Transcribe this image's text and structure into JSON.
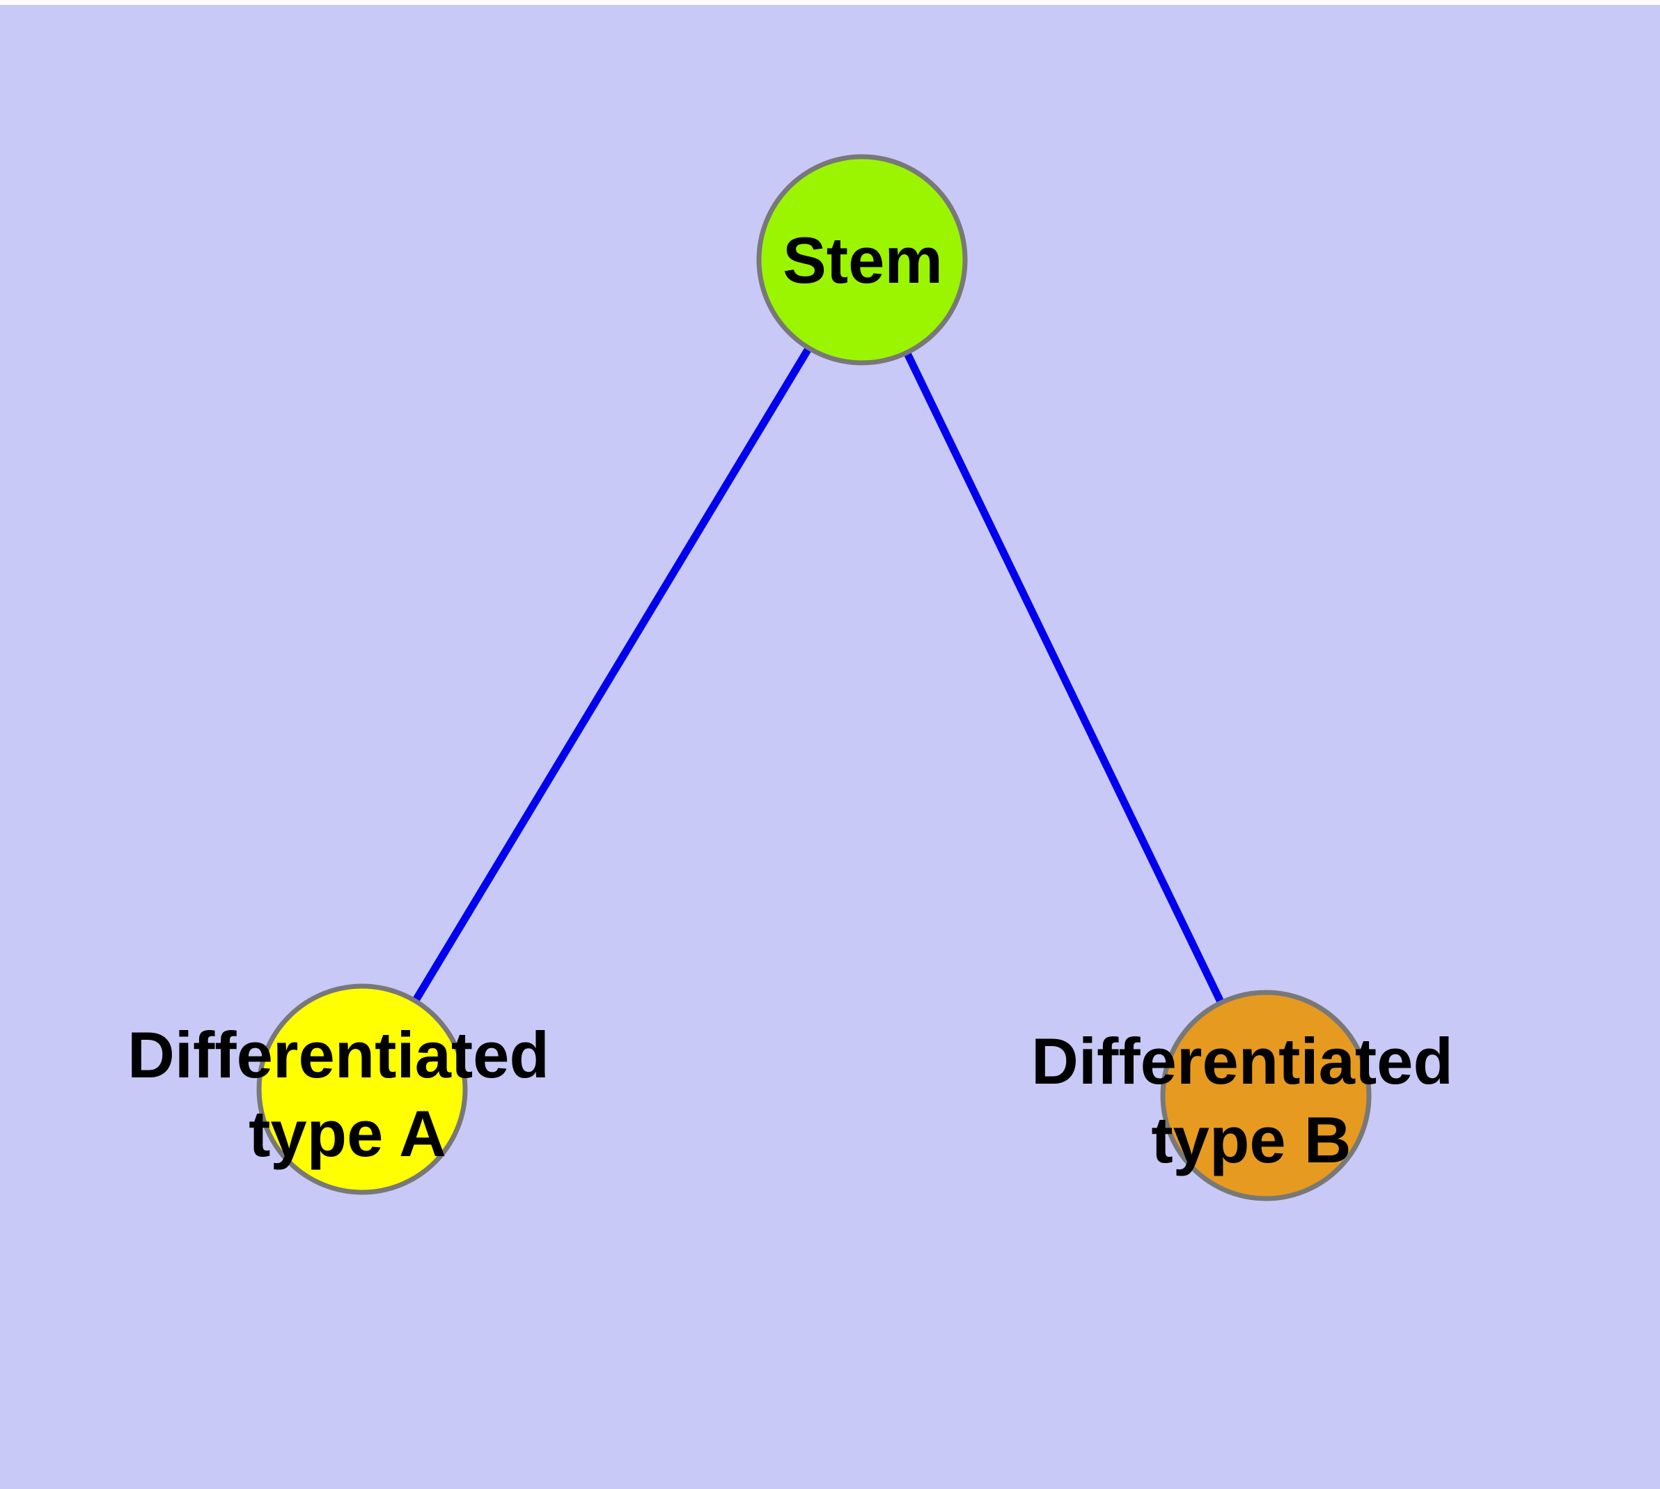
{
  "diagram": {
    "title": "Stem cell differentiation diagram",
    "colors": {
      "background": "#C9C9F7",
      "edge": "#0000EE",
      "node_border": "#787878",
      "label_text": "#000000"
    },
    "nodes": [
      {
        "id": "stem",
        "label": "Stem",
        "label_line1": "Stem",
        "label_line2": "",
        "fill": "#9BF500"
      },
      {
        "id": "typeA",
        "label": "Differentiated type A",
        "label_line1": "Differentiated",
        "label_line2": "type A",
        "fill": "#FFFF00"
      },
      {
        "id": "typeB",
        "label": "Differentiated type B",
        "label_line1": "Differentiated",
        "label_line2": "type B",
        "fill": "#E69A20"
      }
    ],
    "edges": [
      {
        "from": "Stem",
        "to": "Differentiated type A"
      },
      {
        "from": "Stem",
        "to": "Differentiated type B"
      }
    ]
  }
}
